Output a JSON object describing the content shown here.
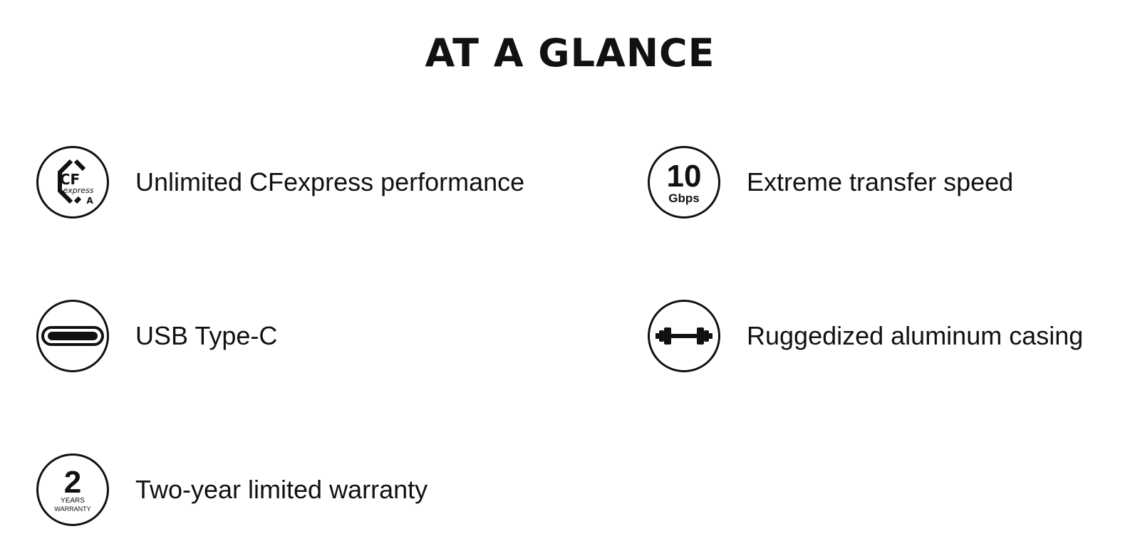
{
  "heading": "AT A GLANCE",
  "features": [
    {
      "icon": "cfexpress-a-icon",
      "icon_text": {
        "top": "CF",
        "middle": "express",
        "corner": "A"
      },
      "label": "Unlimited CFexpress performance"
    },
    {
      "icon": "speed-10gbps-icon",
      "icon_text": {
        "number": "10",
        "unit": "Gbps"
      },
      "label": "Extreme transfer speed"
    },
    {
      "icon": "usb-type-c-icon",
      "label": "USB Type-C"
    },
    {
      "icon": "dumbbell-icon",
      "label": "Ruggedized aluminum casing"
    },
    {
      "icon": "two-year-warranty-icon",
      "icon_text": {
        "number": "2",
        "line1": "YEARS",
        "line2": "WARRANTY"
      },
      "label": "Two-year limited warranty"
    }
  ],
  "colors": {
    "text": "#111111",
    "background": "#ffffff"
  }
}
